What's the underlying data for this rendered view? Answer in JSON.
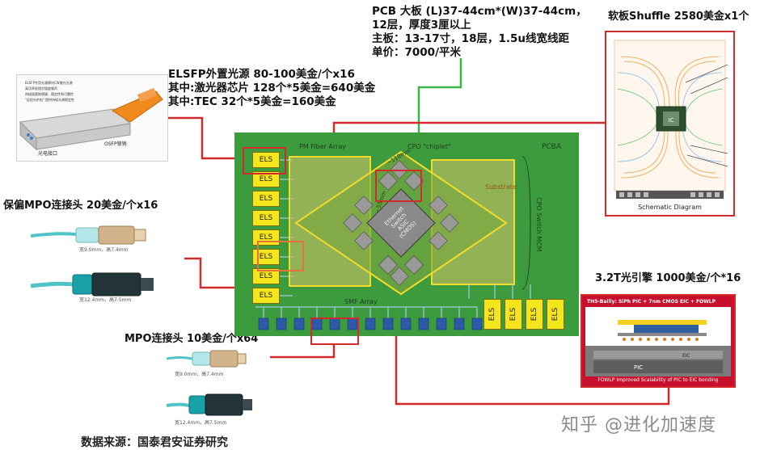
{
  "pcb_note": {
    "line1": "PCB 大板 (L)37-44cm*(W)37-44cm，",
    "line2": "12层，厚度3厘以上",
    "line3": "主板：13-17寸，18层，1.5u线宽线距",
    "line4": "单价：7000/平米"
  },
  "shuffle_note": {
    "text": "软板Shuffle 2580美金x1个"
  },
  "elsfp_note": {
    "line1": "ELSFP外置光源 80-100美金/个x16",
    "line2": "其中:激光器芯片 128个*5美金=640美金",
    "line3": "其中:TEC 32个*5美金=160美金"
  },
  "mpo_pm_note": {
    "text": "保偏MPO连接头 20美金/个x16"
  },
  "engine_note": {
    "text": "3.2T光引擎 1000美金/个*16"
  },
  "mpo_note": {
    "text": "MPO连接头 10美金/个x64"
  },
  "source_note": {
    "text": "数据来源：国泰君安证券研究"
  },
  "watermark": {
    "text": "知乎 @进化加速度"
  },
  "board": {
    "label_pcba": "PCBA",
    "label_pm_fiber": "PM Fiber Array",
    "label_cpo_chiplet": "CPO \"chiplet\"",
    "label_substrate": "Substrate",
    "label_cpo_mcm": "CPO Switch MCM",
    "label_smf_array": "SMF Array",
    "label_asic_1": "Ethernet",
    "label_asic_2": "Switch",
    "label_asic_3": "ASIC",
    "label_asic_4": "(CMOS)",
    "dim_110": "~110mm",
    "dim_55": "~55mm",
    "els_label": "ELS",
    "left_els_count": 8,
    "right_els_count": 4
  },
  "elsfp_photo": {
    "bullet1": "ELSFP专用光源模块CW激光光源",
    "bullet2": "高功率低相对强度噪声",
    "bullet3": "热插拔更换便捷，稳定性和可靠性",
    "bullet4": "\"远程光供电\" 提供持续光源稳定性",
    "label_port": "光电接口",
    "label_latch": "OSFP锁销"
  },
  "mpo_pm_photo": {
    "spec_top": "宽9.0mm，高7.4mm",
    "spec_bottom": "宽12.4mm，高7.5mm"
  },
  "mpo_photo": {
    "spec_top": "宽9.0mm，高7.4mm",
    "spec_bottom": "宽12.4mm，高7.5mm"
  },
  "shuffle_photo": {
    "ic_label": "IC",
    "caption": "Schematic Diagram"
  },
  "engine_photo": {
    "title": "TH5-Bailly: SiPh PIC + 7nm CMOS EIC + FOWLP",
    "pic_label": "PIC",
    "eic_label": "EIC",
    "footer": "FOWLP Improved Scalability of PIC to EIC bonding"
  },
  "colors": {
    "pcb_green": "#3c9b3c",
    "els_yellow": "#f4e51c",
    "callout_red": "#d32b2b",
    "pcb_line_green": "#3ab54a",
    "engine_red": "#c8102e"
  }
}
